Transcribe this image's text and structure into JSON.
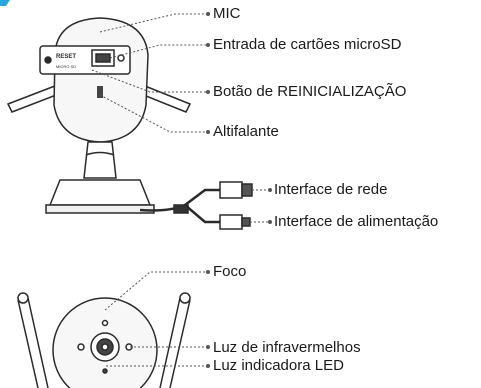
{
  "labels": {
    "mic": "MIC",
    "sd_slot": "Entrada de cartões microSD",
    "reset_button": "Botão de REINICIALIZAÇÃO",
    "speaker": "Altifalante",
    "network_interface": "Interface de rede",
    "power_interface": "Interface de alimentação",
    "focus": "Foco",
    "ir_light": "Luz de infravermelhos",
    "led_light": "Luz indicadora LED"
  },
  "device_text": {
    "reset": "RESET",
    "sd": "MICRO SD"
  },
  "colors": {
    "accent": "#2aa6dc",
    "outline": "#2b2b2b",
    "leader": "#555555"
  }
}
